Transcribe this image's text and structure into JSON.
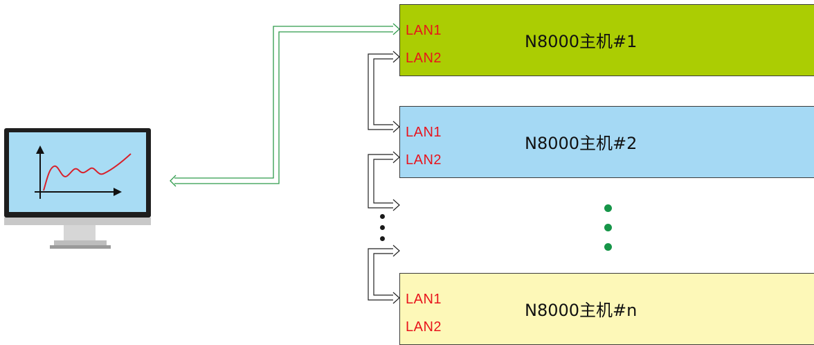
{
  "colors": {
    "port_label": "#e8141c",
    "wire_green": "#2e9a4a",
    "wire_black": "#222222",
    "dot_green": "#169548",
    "dot_black": "#1a1a1a",
    "monitor_frame": "#1e1e1e",
    "monitor_screen": "#a8dcf4",
    "monitor_chin": "#c8c8c8",
    "curve_red": "#d8202a"
  },
  "pc": {
    "icon": "monitor-with-chart-icon"
  },
  "hosts": [
    {
      "name": "N8000主机#1",
      "lan1": "LAN1",
      "lan2": "LAN2",
      "fill": "#abcd03"
    },
    {
      "name": "N8000主机#2",
      "lan1": "LAN1",
      "lan2": "LAN2",
      "fill": "#a5d9f4"
    },
    {
      "name": "N8000主机#n",
      "lan1": "LAN1",
      "lan2": "LAN2",
      "fill": "#fdf8b8"
    }
  ]
}
